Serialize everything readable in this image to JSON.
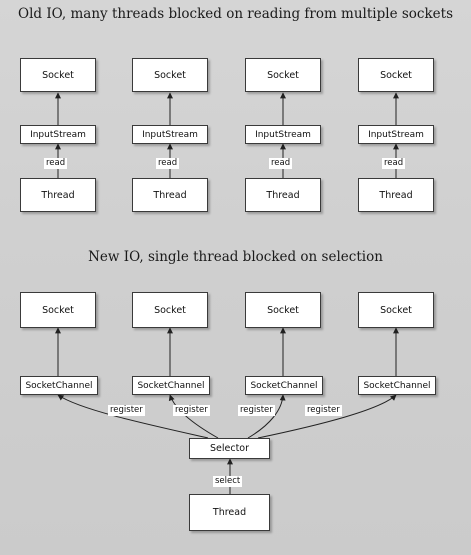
{
  "top_section": {
    "title": "Old IO, many threads blocked on reading from multiple sockets",
    "columns": [
      {
        "socket": "Socket",
        "stream": "InputStream",
        "edge": "read",
        "thread": "Thread"
      },
      {
        "socket": "Socket",
        "stream": "InputStream",
        "edge": "read",
        "thread": "Thread"
      },
      {
        "socket": "Socket",
        "stream": "InputStream",
        "edge": "read",
        "thread": "Thread"
      },
      {
        "socket": "Socket",
        "stream": "InputStream",
        "edge": "read",
        "thread": "Thread"
      }
    ]
  },
  "bottom_section": {
    "title": "New IO, single thread blocked on selection",
    "columns": [
      {
        "socket": "Socket",
        "channel": "SocketChannel",
        "edge": "register"
      },
      {
        "socket": "Socket",
        "channel": "SocketChannel",
        "edge": "register"
      },
      {
        "socket": "Socket",
        "channel": "SocketChannel",
        "edge": "register"
      },
      {
        "socket": "Socket",
        "channel": "SocketChannel",
        "edge": "register"
      }
    ],
    "selector": "Selector",
    "select_edge": "select",
    "thread": "Thread"
  }
}
